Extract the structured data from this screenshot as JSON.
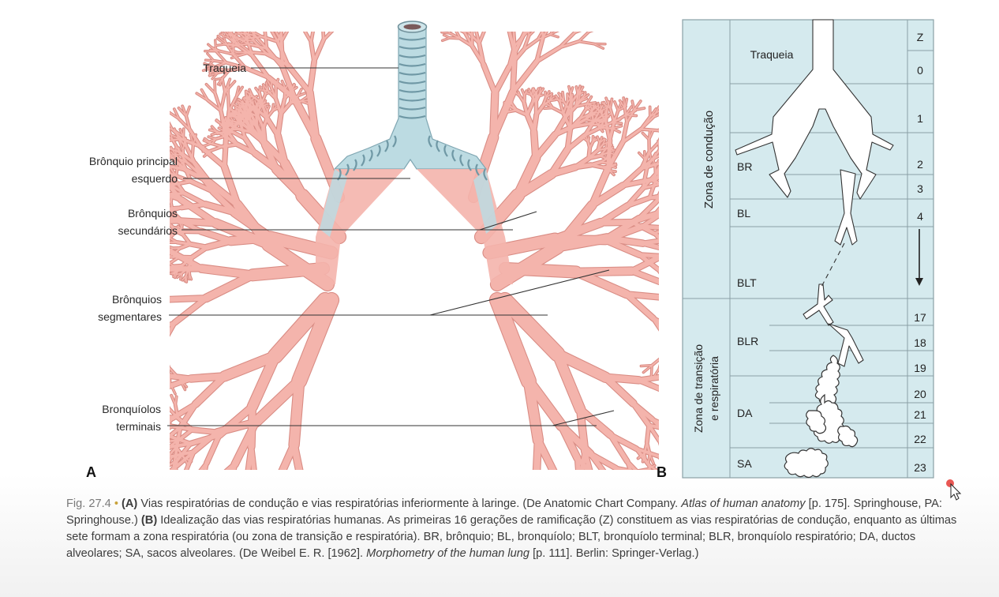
{
  "panelA": {
    "letter": "A",
    "labels": {
      "traqueia": "Traqueia",
      "bronquio_principal_1": "Brônquio principal",
      "bronquio_principal_2": "esquerdo",
      "bronquios_secundarios_1": "Brônquios",
      "bronquios_secundarios_2": "secundários",
      "bronquios_segmentares_1": "Brônquios",
      "bronquios_segmentares_2": "segmentares",
      "bronquiolos_terminais_1": "Bronquíolos",
      "bronquiolos_terminais_2": "terminais"
    }
  },
  "panelB": {
    "letter": "B",
    "z_header": "Z",
    "generations": [
      "0",
      "1",
      "2",
      "3",
      "4",
      "17",
      "18",
      "19",
      "20",
      "21",
      "22",
      "23"
    ],
    "segments": {
      "traqueia": "Traqueia",
      "br": "BR",
      "bl": "BL",
      "blt": "BLT",
      "blr": "BLR",
      "da": "DA",
      "sa": "SA"
    },
    "zones": {
      "conducao": "Zona de condução",
      "transicao_1": "Zona de transição",
      "transicao_2": "e respiratória"
    }
  },
  "caption": {
    "fig": "Fig. 27.4",
    "bullet": "•",
    "a_tag": "(A)",
    "part1": " Vias respiratórias de condução e vias respiratórias inferiormente à laringe. (De Anatomic Chart Company. ",
    "atlas": "Atlas of human anatomy",
    "part2": " [p. 175]. Springhouse, PA: Springhouse.) ",
    "b_tag": "(B)",
    "part3": " Idealização das vias respiratórias humanas. As primeiras 16 gerações de ramificação (Z) constituem as vias respiratórias de condução, enquanto as últimas sete formam a zona respiratória (ou zona de transição e respiratória). BR, brônquio; BL, bronquíolo; BLT, bronquíolo terminal; BLR, bronquíolo respiratório; DA, ductos alveolares; SA, sacos alveolares. (De Weibel E. R. [1962]. ",
    "morph": "Morphometry of the human lung",
    "part4": " [p. 111]. Berlin: Springer-Verlag.)"
  },
  "colors": {
    "airway": "#f4b4ac",
    "airway_edge": "#d98c84",
    "trachea": "#bcdbe2",
    "trachea_ring": "#7fa6b2",
    "schematic_bg": "#d5eaee",
    "schematic_line": "#8aa0a6"
  }
}
